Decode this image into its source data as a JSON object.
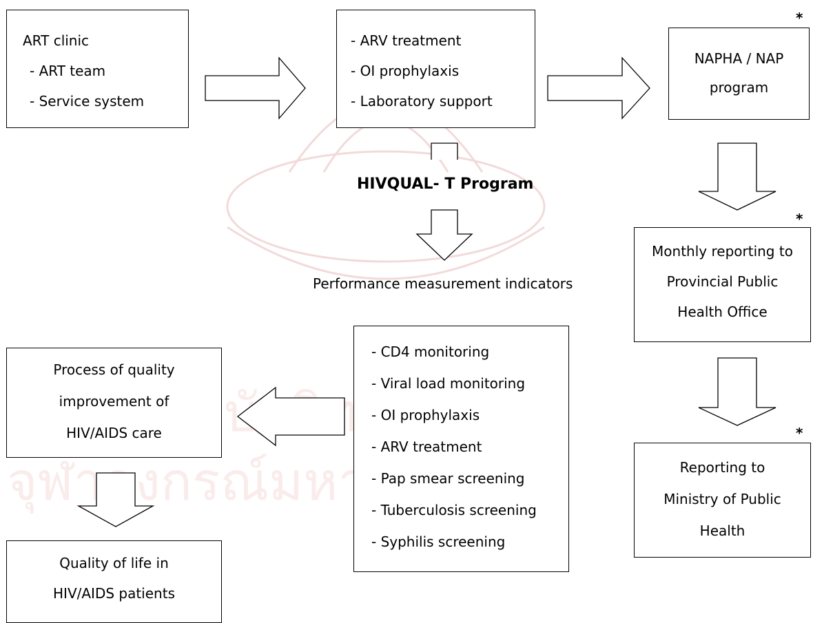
{
  "boxes": {
    "art_clinic": [
      "ART clinic",
      "- ART team",
      "- Service system"
    ],
    "treatment": [
      "- ARV treatment",
      "- OI prophylaxis",
      "- Laboratory support"
    ],
    "napha": [
      "NAPHA / NAP",
      "program"
    ],
    "monthly": [
      "Monthly reporting to",
      "Provincial Public",
      "Health Office"
    ],
    "indicators": [
      "- CD4 monitoring",
      "- Viral load monitoring",
      "- OI prophylaxis",
      "- ARV treatment",
      "- Pap smear screening",
      "- Tuberculosis screening",
      "- Syphilis screening"
    ],
    "process": [
      "Process of quality",
      "improvement of",
      "HIV/AIDS care"
    ],
    "ministry": [
      "Reporting to",
      "Ministry of Public",
      "Health"
    ],
    "quality": [
      "Quality of life in",
      "HIV/AIDS patients"
    ]
  },
  "labels": {
    "program": "HIVQUAL- T Program",
    "performance": "Performance measurement indicators"
  },
  "asterisk": "*",
  "watermark_text": {
    "line1": "สถาบันวิทยบริการ",
    "line2": "จุฬาลงกรณ์มหาวิทยาลัย"
  }
}
